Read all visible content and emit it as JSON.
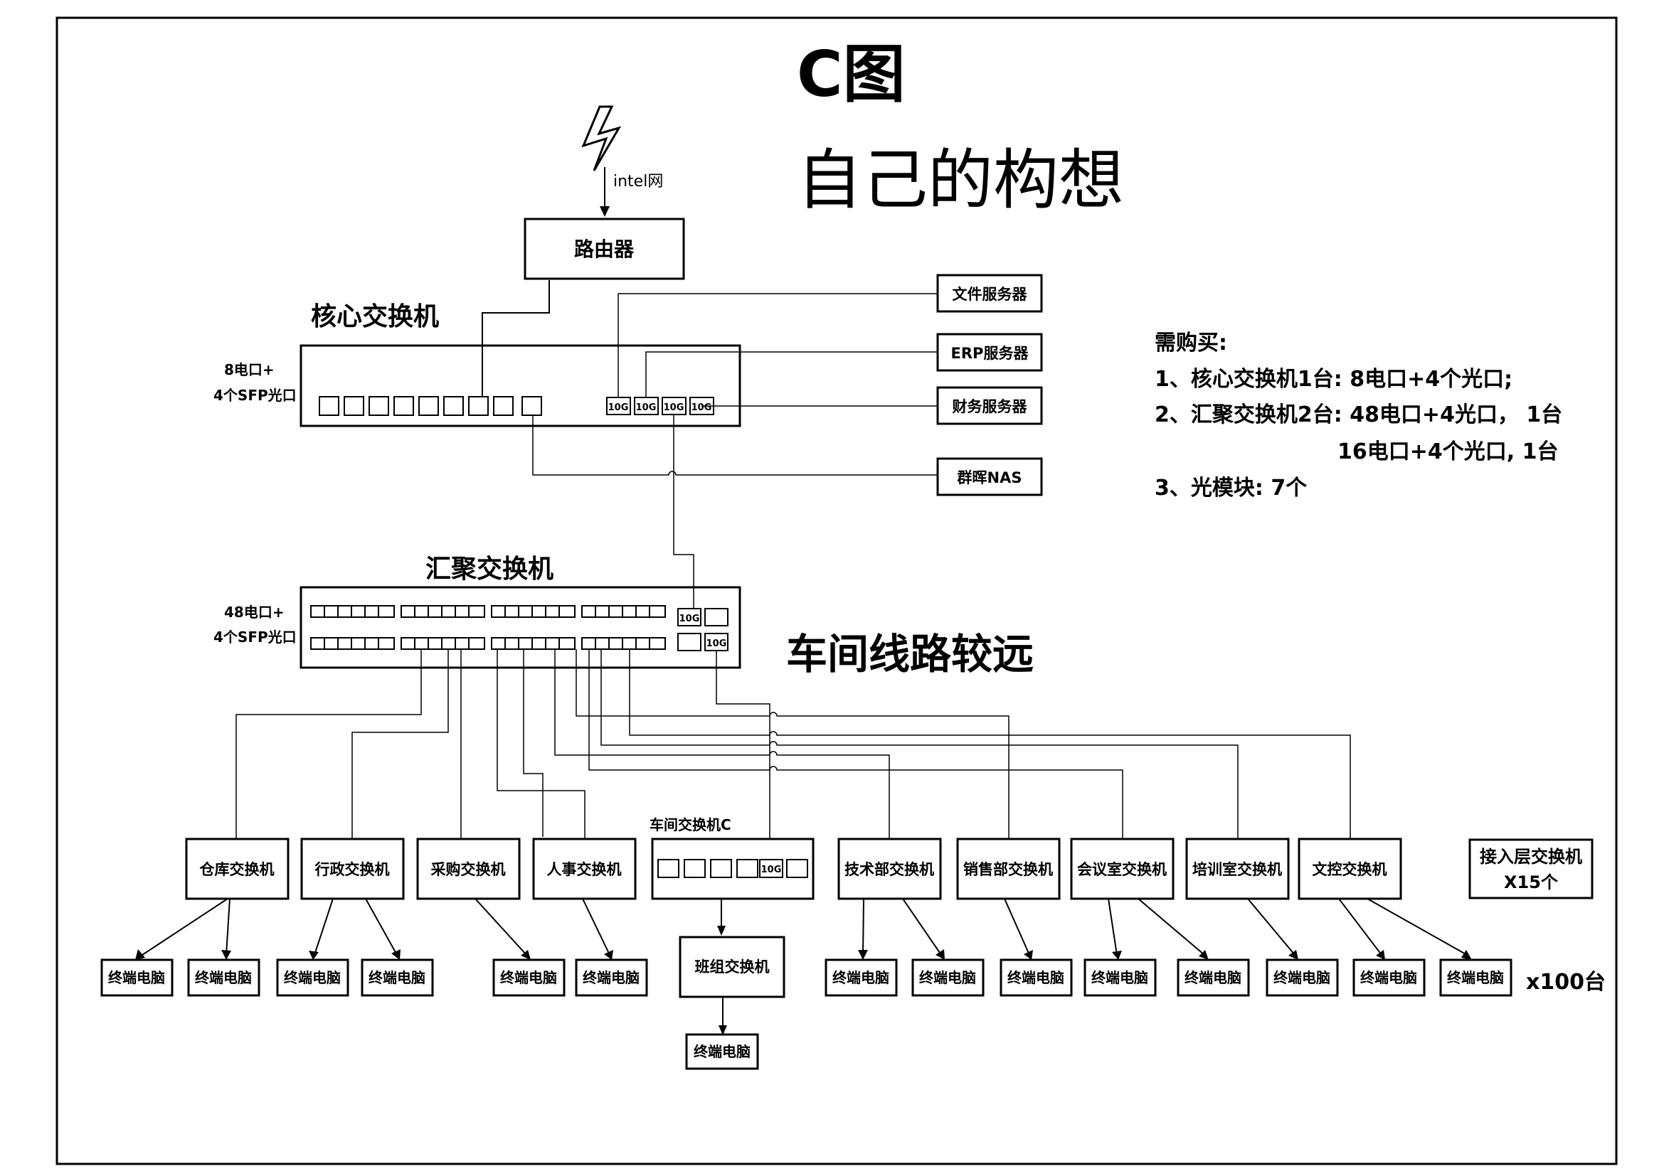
{
  "title": "C图",
  "subtitle": "自己的构想",
  "internet_label": "intel网",
  "router_label": "路由器",
  "core": {
    "title": "核心交换机",
    "spec_line1": "8电口+",
    "spec_line2": "4个SFP光口",
    "port_10g": "10G"
  },
  "servers": {
    "file": "文件服务器",
    "erp": "ERP服务器",
    "finance": "财务服务器",
    "nas": "群晖NAS"
  },
  "aggregation": {
    "title": "汇聚交换机",
    "spec_line1": "48电口+",
    "spec_line2": "4个SFP光口",
    "port_10g": "10G"
  },
  "note_far": "车间线路较远",
  "purchase": {
    "heading": "需购买:",
    "items": [
      "1、核心交换机1台: 8电口+4个光口;",
      "2、汇聚交换机2台: 48电口+4光口， 1台",
      "16电口+4个光口, 1台",
      "3、光模块: 7个"
    ]
  },
  "access_switches": [
    "仓库交换机",
    "行政交换机",
    "采购交换机",
    "人事交换机",
    "技术部交换机",
    "销售部交换机",
    "会议室交换机",
    "培训室交换机",
    "文控交换机"
  ],
  "workshop": {
    "label": "车间交换机C",
    "port_10g": "10G",
    "team_switch": "班组交换机",
    "terminal": "终端电脑"
  },
  "terminal_label": "终端电脑",
  "access_layer": {
    "line1": "接入层交换机",
    "line2": "X15个"
  },
  "terminal_count": "x100台"
}
